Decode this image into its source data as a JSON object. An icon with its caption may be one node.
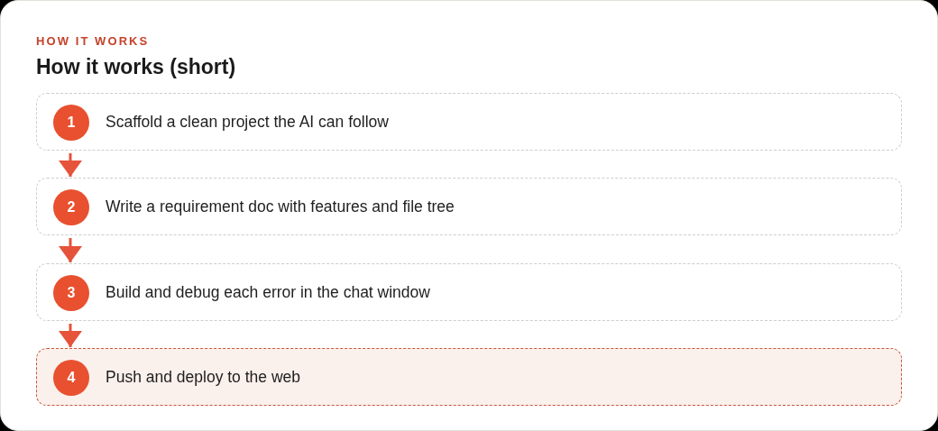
{
  "diagram": {
    "title": "How it works (short)",
    "nodes": [
      {
        "text": [
          "Scaffold a clean project the AI can follow"
        ]
      },
      {
        "text": [
          "1"
        ],
        "in": 0
      },
      {
        "text": [
          "Write a requirement doc with features and file tree"
        ]
      },
      {
        "text": [
          "2"
        ],
        "in": 2
      },
      {
        "text": [
          "Build and debug each error in the chat window"
        ]
      },
      {
        "text": [
          "3"
        ],
        "in": 4
      },
      {
        "text": [
          "Push and deploy to the web"
        ]
      },
      {
        "text": [
          "4"
        ],
        "in": 6
      }
    ],
    "edges": [
      {
        "from": 0,
        "to": 2,
        "arrow": "to"
      },
      {
        "from": 2,
        "to": 4,
        "arrow": "to"
      },
      {
        "from": 4,
        "to": 6,
        "arrow": "to"
      }
    ],
    "labels": [
      "HOW IT WORKS"
    ]
  }
}
